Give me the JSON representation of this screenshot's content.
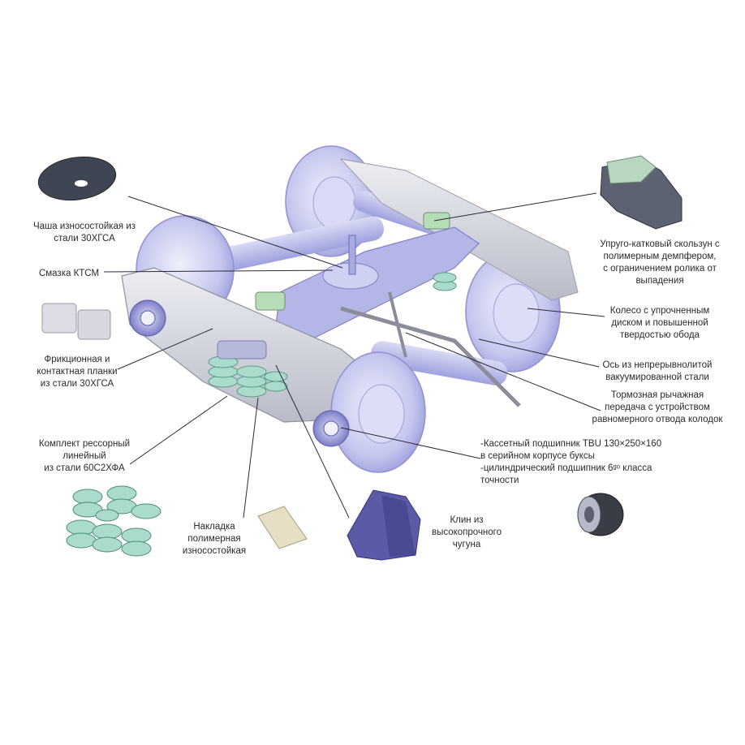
{
  "labels": {
    "bowl": "Чаша износостойкая из\nстали 30ХГСА",
    "lubricant": "Смазка КТСМ",
    "friction_plates": "Фрикционная и\nконтактная планки\nиз стали 30ХГСА",
    "spring_set": "Комплект рессорный\nлинейный\nиз стали 60С2ХФА",
    "polymer_pad": "Накладка\nполимерная\nизносостойкая",
    "wedge": "Клин из\nвысокопрочного\nчугуна",
    "side_bearing": "Упруго-катковый скользун с\nполимерным демпфером,\nс ограничением ролика от\nвыпадения",
    "wheel": "Колесо с упрочненным\nдиском и повышенной\nтвердостью обода",
    "axle": "Ось из непрерывнолитой\nвакуумированной стали",
    "brake": "Тормозная рычажная\nпередача с устройством\nравномерного отвода колодок",
    "bearing": "-Кассетный подшипник TBU 130×250×160\n   в серийном корпусе буксы\n-цилиндрический подшипник 6ᵍᵒ класса\n   точности"
  },
  "colors": {
    "frame": "#c9ccd6",
    "wheel": "#c6c8ee",
    "axle": "#b6b8e6",
    "spring": "#9fd6c6",
    "leader": "#2a2a3a",
    "bolster": "#aeb2e0"
  }
}
